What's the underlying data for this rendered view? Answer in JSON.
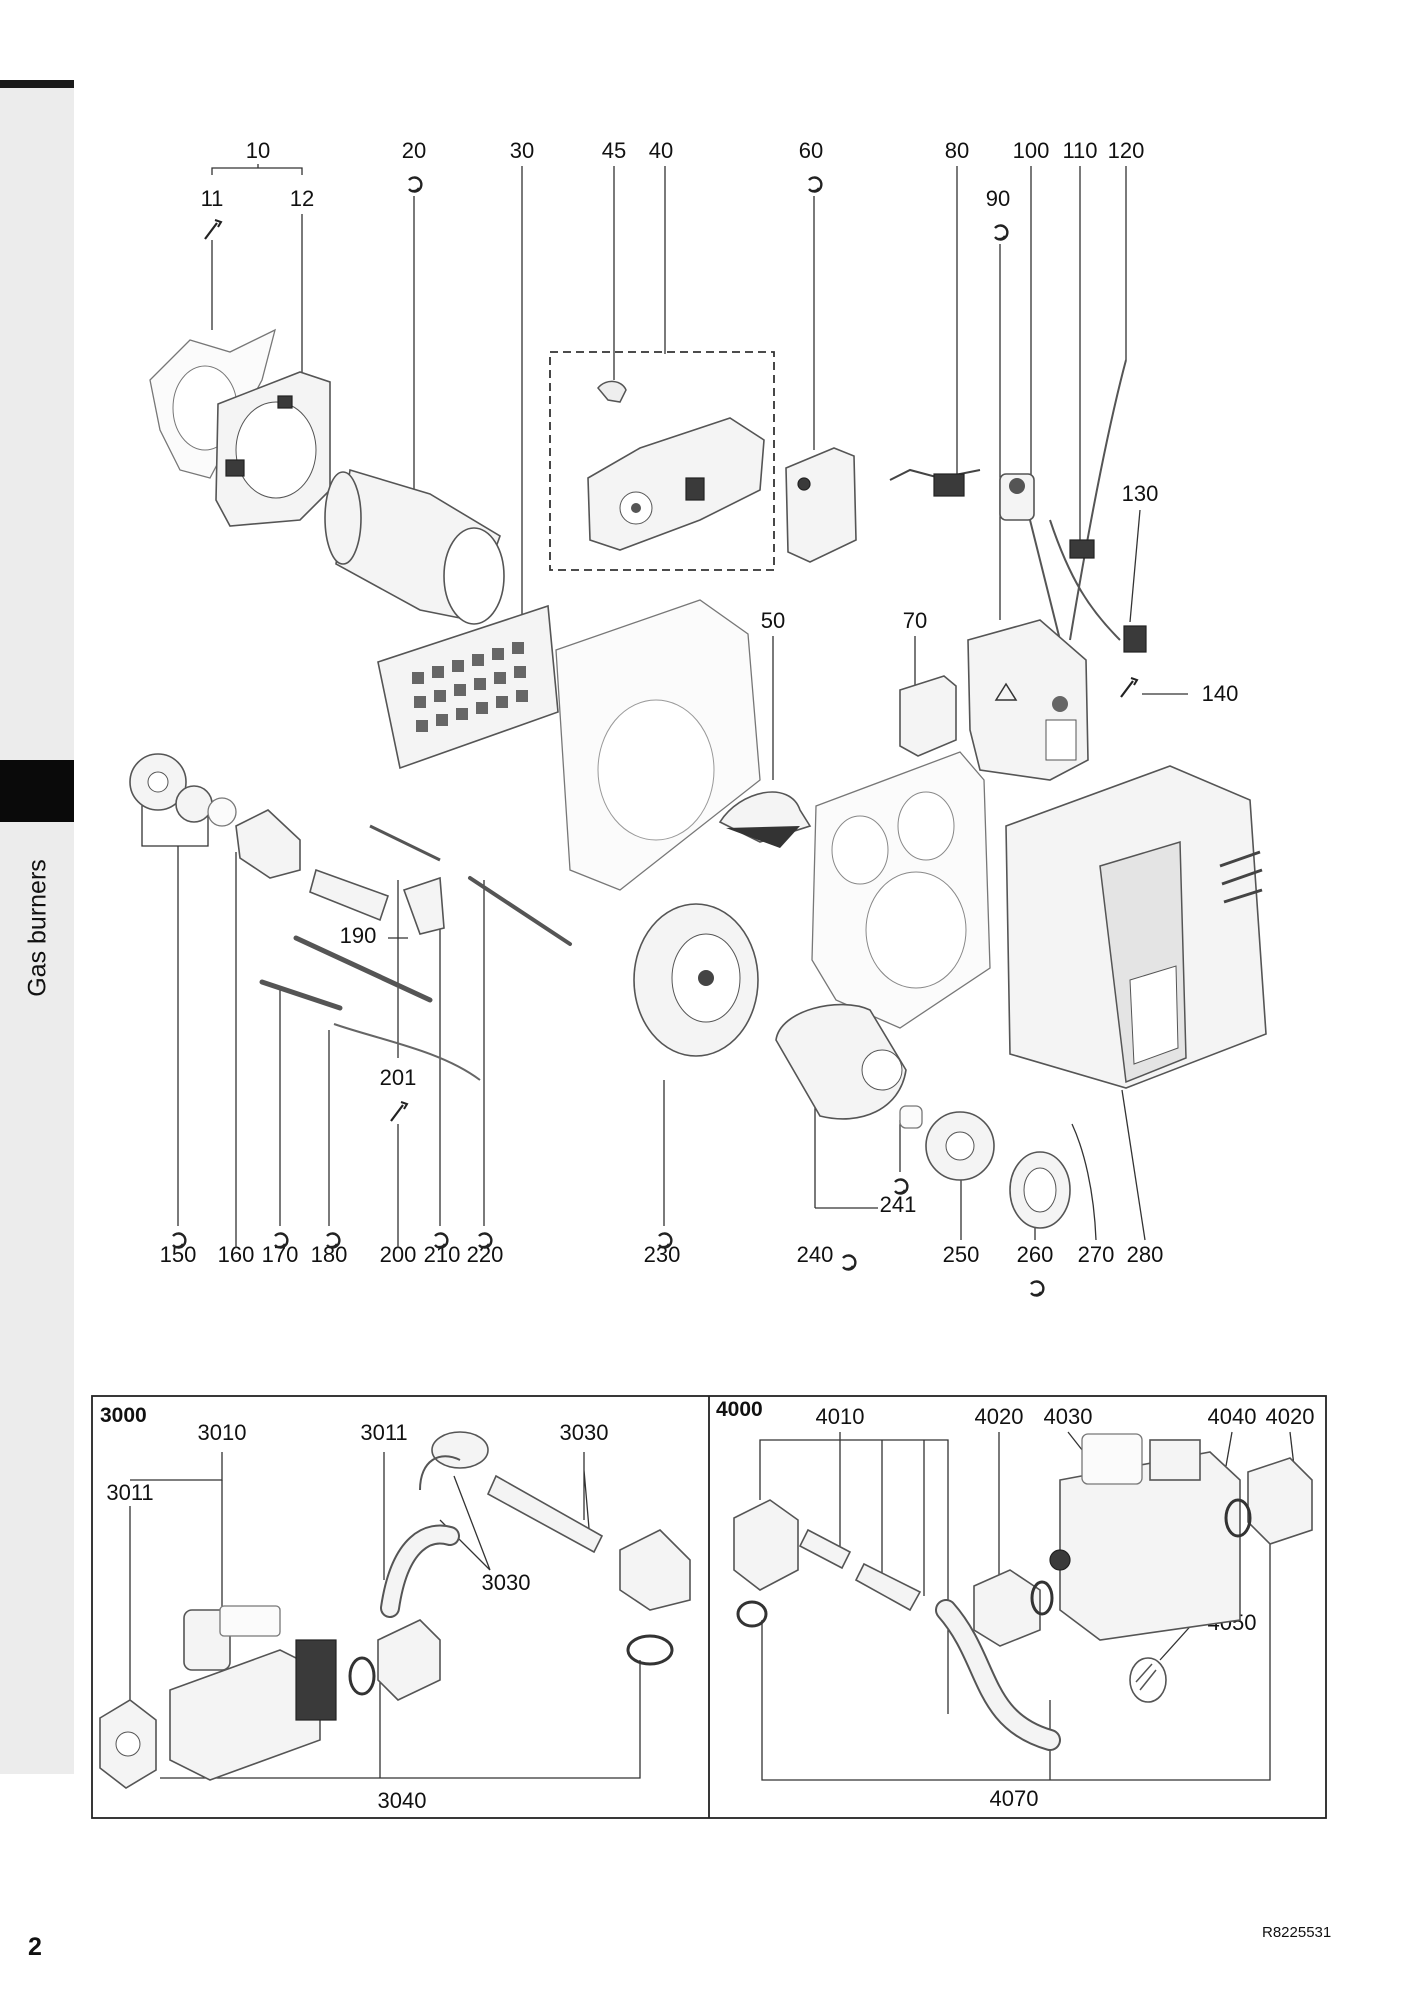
{
  "sidebar": {
    "section_label": "Gas burners"
  },
  "page_number": "2",
  "doc_code": "R8225531",
  "labels": {
    "l10": "10",
    "l11": "11",
    "l12": "12",
    "l20": "20",
    "l30": "30",
    "l45": "45",
    "l40": "40",
    "l60": "60",
    "l80": "80",
    "l90": "90",
    "l100": "100",
    "l110": "110",
    "l120": "120",
    "l130": "130",
    "l50": "50",
    "l70": "70",
    "l140": "140",
    "l190": "190",
    "l201": "201",
    "l241": "241",
    "l150": "150",
    "l160": "160",
    "l170": "170",
    "l180": "180",
    "l200": "200",
    "l210": "210",
    "l220": "220",
    "l230": "230",
    "l240": "240",
    "l250": "250",
    "l260": "260",
    "l270": "270",
    "l280": "280"
  },
  "kit3000": {
    "title": "3000",
    "l3010": "3010",
    "l3011a": "3011",
    "l3011b": "3011",
    "l3030a": "3030",
    "l3030b": "3030",
    "l3040": "3040"
  },
  "kit4000": {
    "title": "4000",
    "l4010": "4010",
    "l4020a": "4020",
    "l4030": "4030",
    "l4040": "4040",
    "l4020b": "4020",
    "l4050": "4050",
    "l4070": "4070"
  }
}
